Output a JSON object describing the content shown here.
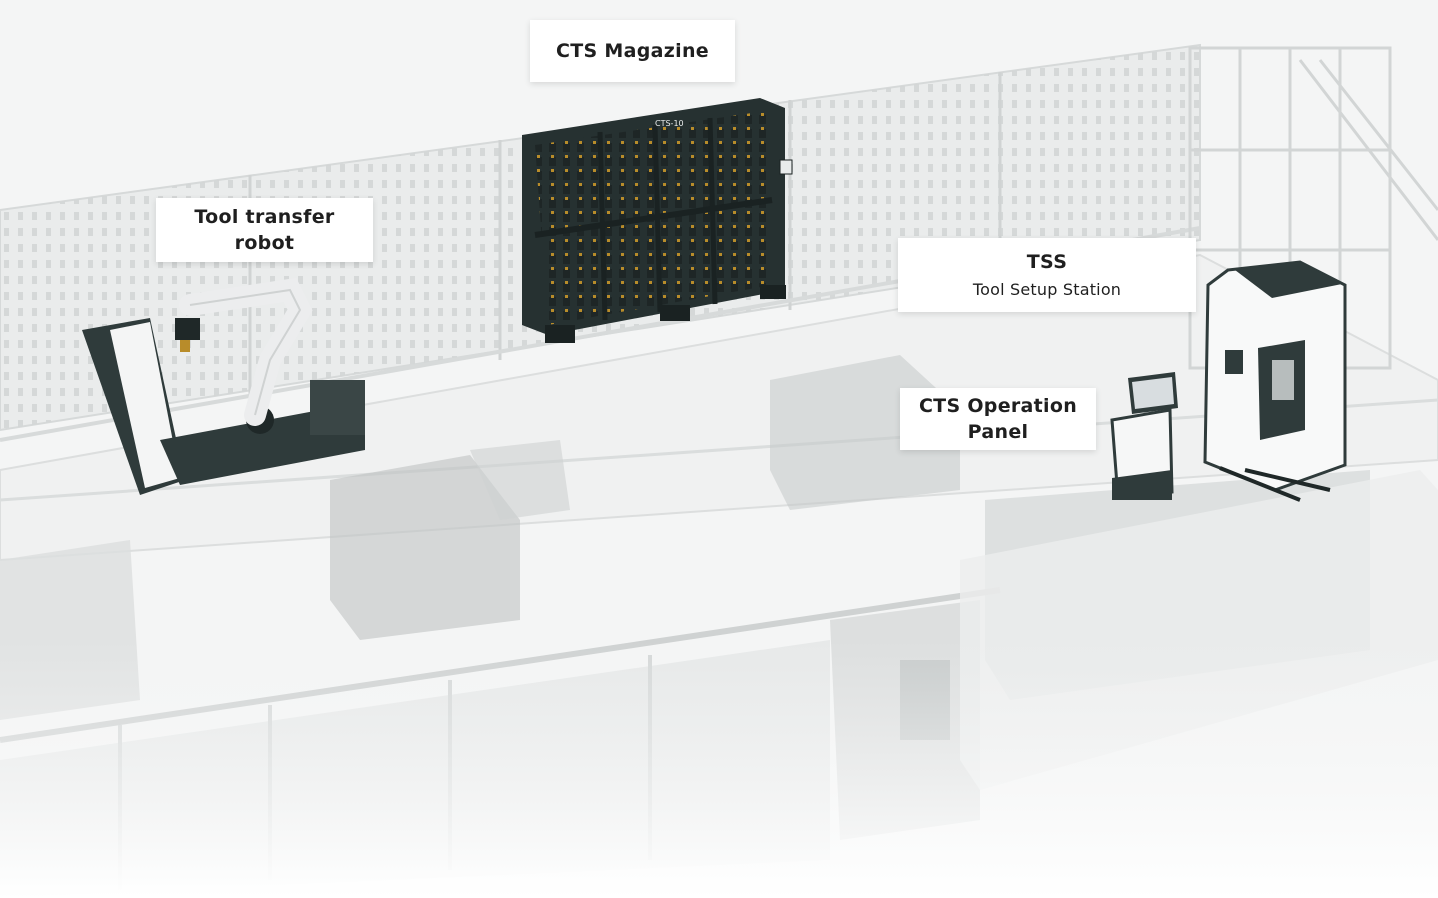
{
  "callouts": {
    "cts_magazine": {
      "title": "CTS Magazine"
    },
    "tool_transfer_robot": {
      "title_line1": "Tool transfer",
      "title_line2": "robot"
    },
    "tss": {
      "title": "TSS",
      "subtitle": "Tool Setup Station"
    },
    "cts_operation_panel": {
      "title_line1": "CTS Operation",
      "title_line2": "Panel"
    }
  },
  "equipment_labels": {
    "magazine_plate": "CTS-10"
  },
  "colors": {
    "background": "#f4f5f5",
    "frame": "#e2e4e4",
    "frame_dark": "#c9cccc",
    "highlight_dark": "#2f3b3b",
    "callout_bg": "#ffffff",
    "callout_text": "#1f1f1f"
  }
}
